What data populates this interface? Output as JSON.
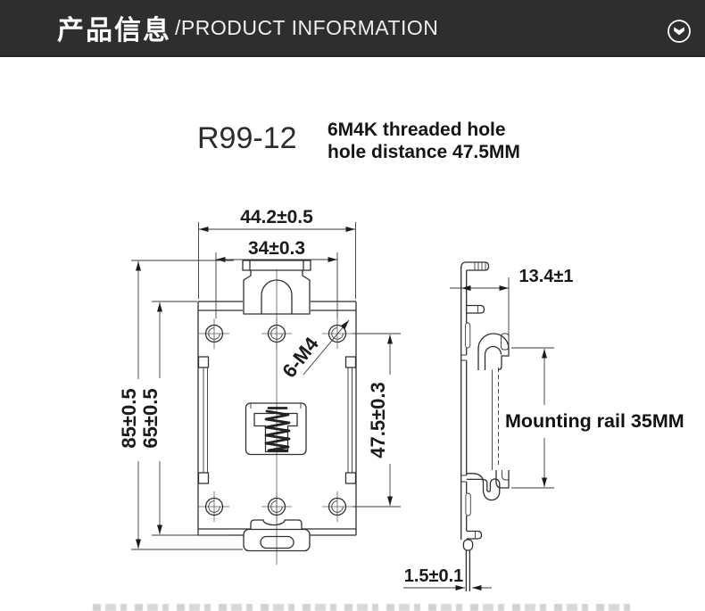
{
  "header": {
    "title_zh": "产品信息",
    "title_en": "/PRODUCT INFORMATION",
    "bg_color": "#2e2e2e",
    "icon": "chevron-down-circle"
  },
  "product": {
    "model": "R99-12",
    "note_line1": "6M4K threaded hole",
    "note_line2": "hole distance 47.5MM"
  },
  "drawing": {
    "front_view": {
      "dim_width_outer": "44.2±0.5",
      "dim_hole_span": "34±0.3",
      "dim_height_overall": "85±0.5",
      "dim_height_plate": "65±0.5",
      "dim_hole_spacing_vertical": "47.5±0.3",
      "hole_callout": "6-M4"
    },
    "side_view": {
      "dim_depth": "13.4±1",
      "rail_label": "Mounting rail 35MM",
      "dim_thickness": "1.5±0.1"
    }
  }
}
